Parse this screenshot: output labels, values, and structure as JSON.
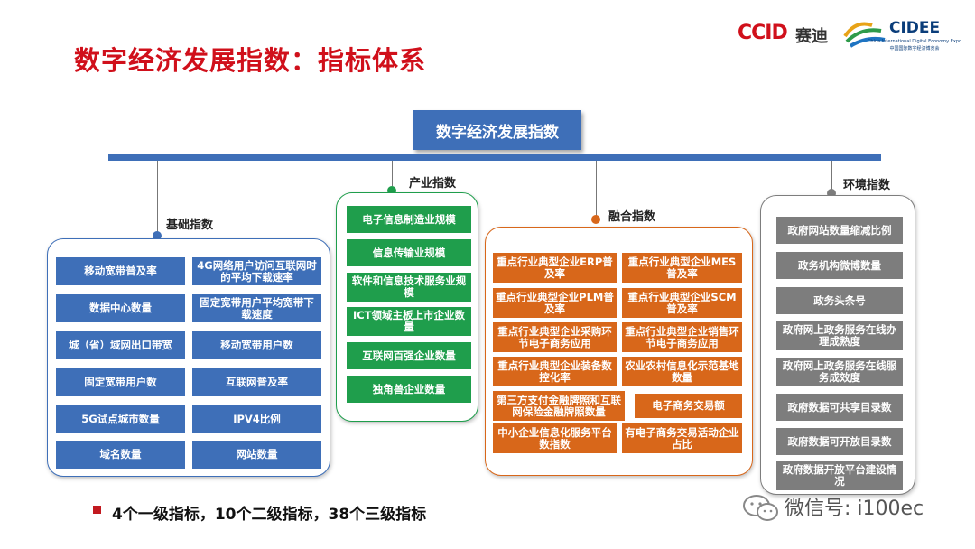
{
  "header": {
    "title": "数字经济发展指数：指标体系",
    "logo_ccid": "CCID",
    "logo_ccid_cn": "赛迪",
    "logo_cidee": "CIDEE",
    "logo_cidee_sub_en": "China International Digital Economy Expo",
    "logo_cidee_sub_cn": "中国国际数字经济博览会"
  },
  "root": {
    "label": "数字经济发展指数"
  },
  "categories": {
    "jichu": {
      "label": "基础指数",
      "color": "#3e6fb8",
      "items": [
        "移动宽带普及率",
        "4G网络用户访问互联网时的平均下载速率",
        "数据中心数量",
        "固定宽带用户平均宽带下载速度",
        "城（省）域网出口带宽",
        "移动宽带用户数",
        "固定宽带用户数",
        "互联网普及率",
        "5G试点城市数量",
        "IPV4比例",
        "域名数量",
        "网站数量"
      ]
    },
    "chanye": {
      "label": "产业指数",
      "color": "#1f9e4c",
      "items": [
        "电子信息制造业规模",
        "信息传输业规模",
        "软件和信息技术服务业规模",
        "ICT领域主板上市企业数量",
        "互联网百强企业数量",
        "独角兽企业数量"
      ]
    },
    "ronghe": {
      "label": "融合指数",
      "color": "#d8671a",
      "items": [
        "重点行业典型企业ERP普及率",
        "重点行业典型企业MES普及率",
        "重点行业典型企业PLM普及率",
        "重点行业典型企业SCM普及率",
        "重点行业典型企业采购环节电子商务应用",
        "重点行业典型企业销售环节电子商务应用",
        "重点行业典型企业装备数控化率",
        "农业农村信息化示范基地数量",
        "第三方支付金融牌照和互联网保险金融牌照数量",
        "电子商务交易额",
        "中小企业信息化服务平台数指数",
        "有电子商务交易活动企业占比"
      ]
    },
    "huanjing": {
      "label": "环境指数",
      "color": "#7d7d7d",
      "items": [
        "政府网站数量缩减比例",
        "政务机构微博数量",
        "政务头条号",
        "政府网上政务服务在线办理成熟度",
        "政府网上政务服务在线服务成效度",
        "政府数据可共享目录数",
        "政府数据可开放目录数",
        "政府数据开放平台建设情况"
      ]
    }
  },
  "summary": {
    "text": "4个一级指标，10个二级指标，38个三级指标"
  },
  "watermark": {
    "text": "微信号: i100ec"
  }
}
